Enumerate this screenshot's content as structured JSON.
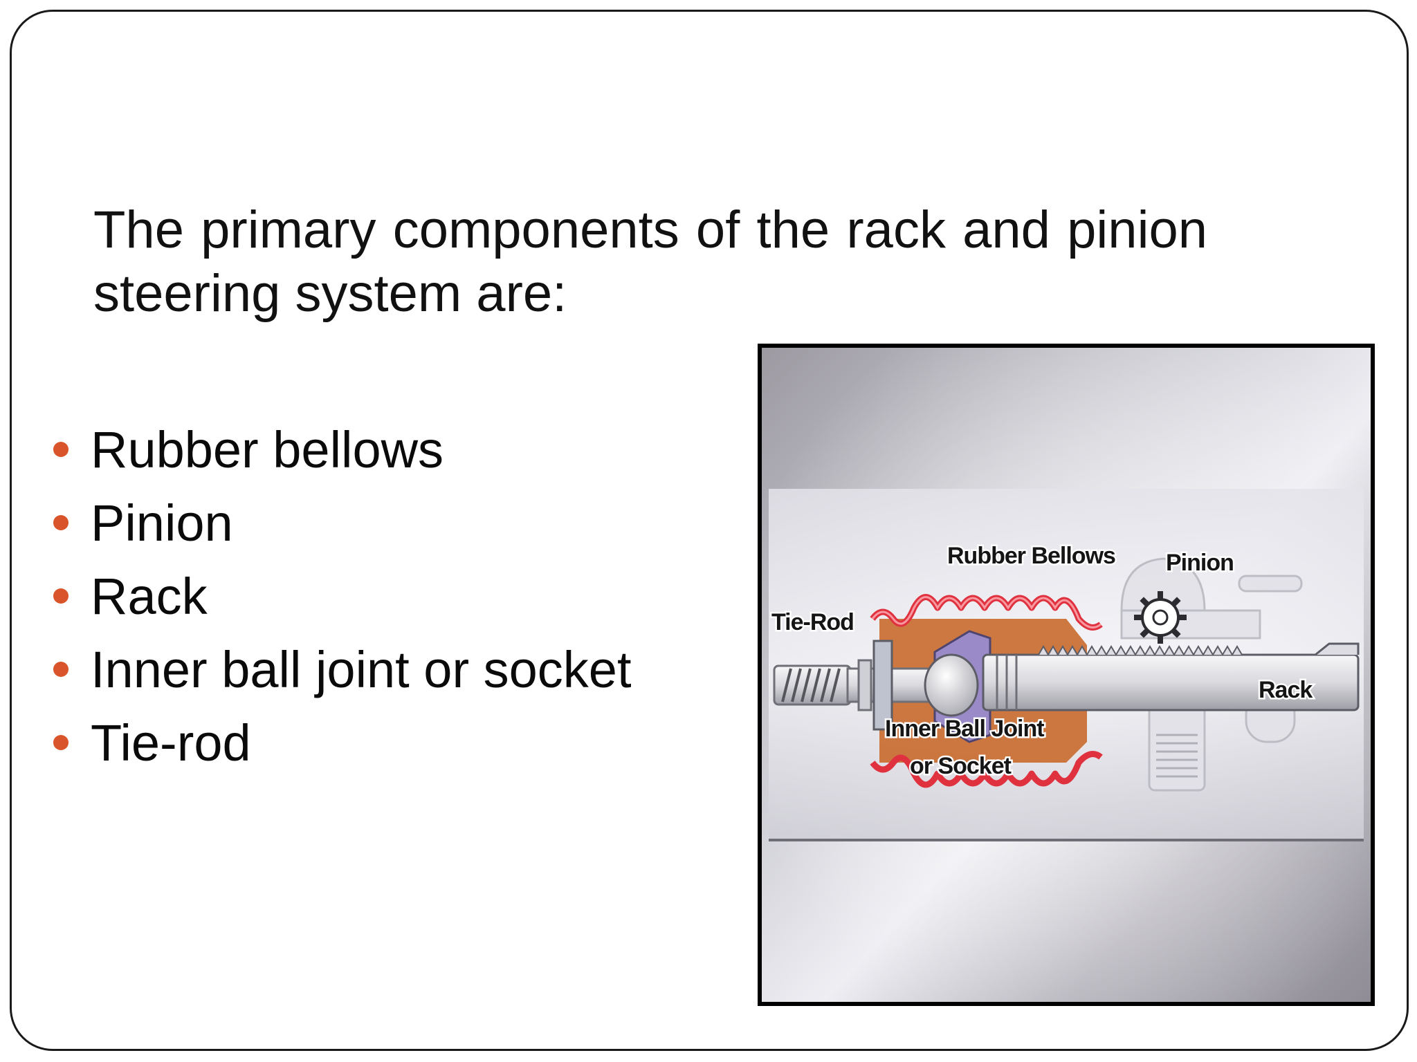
{
  "slide": {
    "intro_text": "The primary components of the rack and pinion steering system are:",
    "bullet_color": "#d9542a",
    "bullets": [
      {
        "label": "Rubber bellows"
      },
      {
        "label": "Pinion"
      },
      {
        "label": "Rack"
      },
      {
        "label": "Inner ball joint or socket"
      },
      {
        "label": "Tie-rod"
      }
    ]
  },
  "diagram": {
    "labels": {
      "rubber_bellows": "Rubber Bellows",
      "pinion": "Pinion",
      "tie_rod": "Tie-Rod",
      "rack": "Rack",
      "inner_ball_joint_line1": "Inner Ball Joint",
      "inner_ball_joint_line2": "or Socket"
    },
    "colors": {
      "bellows": "#e0313f",
      "housing": "#c96a2c",
      "socket": "#9a8bc8",
      "metal": "#e6e6e8"
    }
  }
}
